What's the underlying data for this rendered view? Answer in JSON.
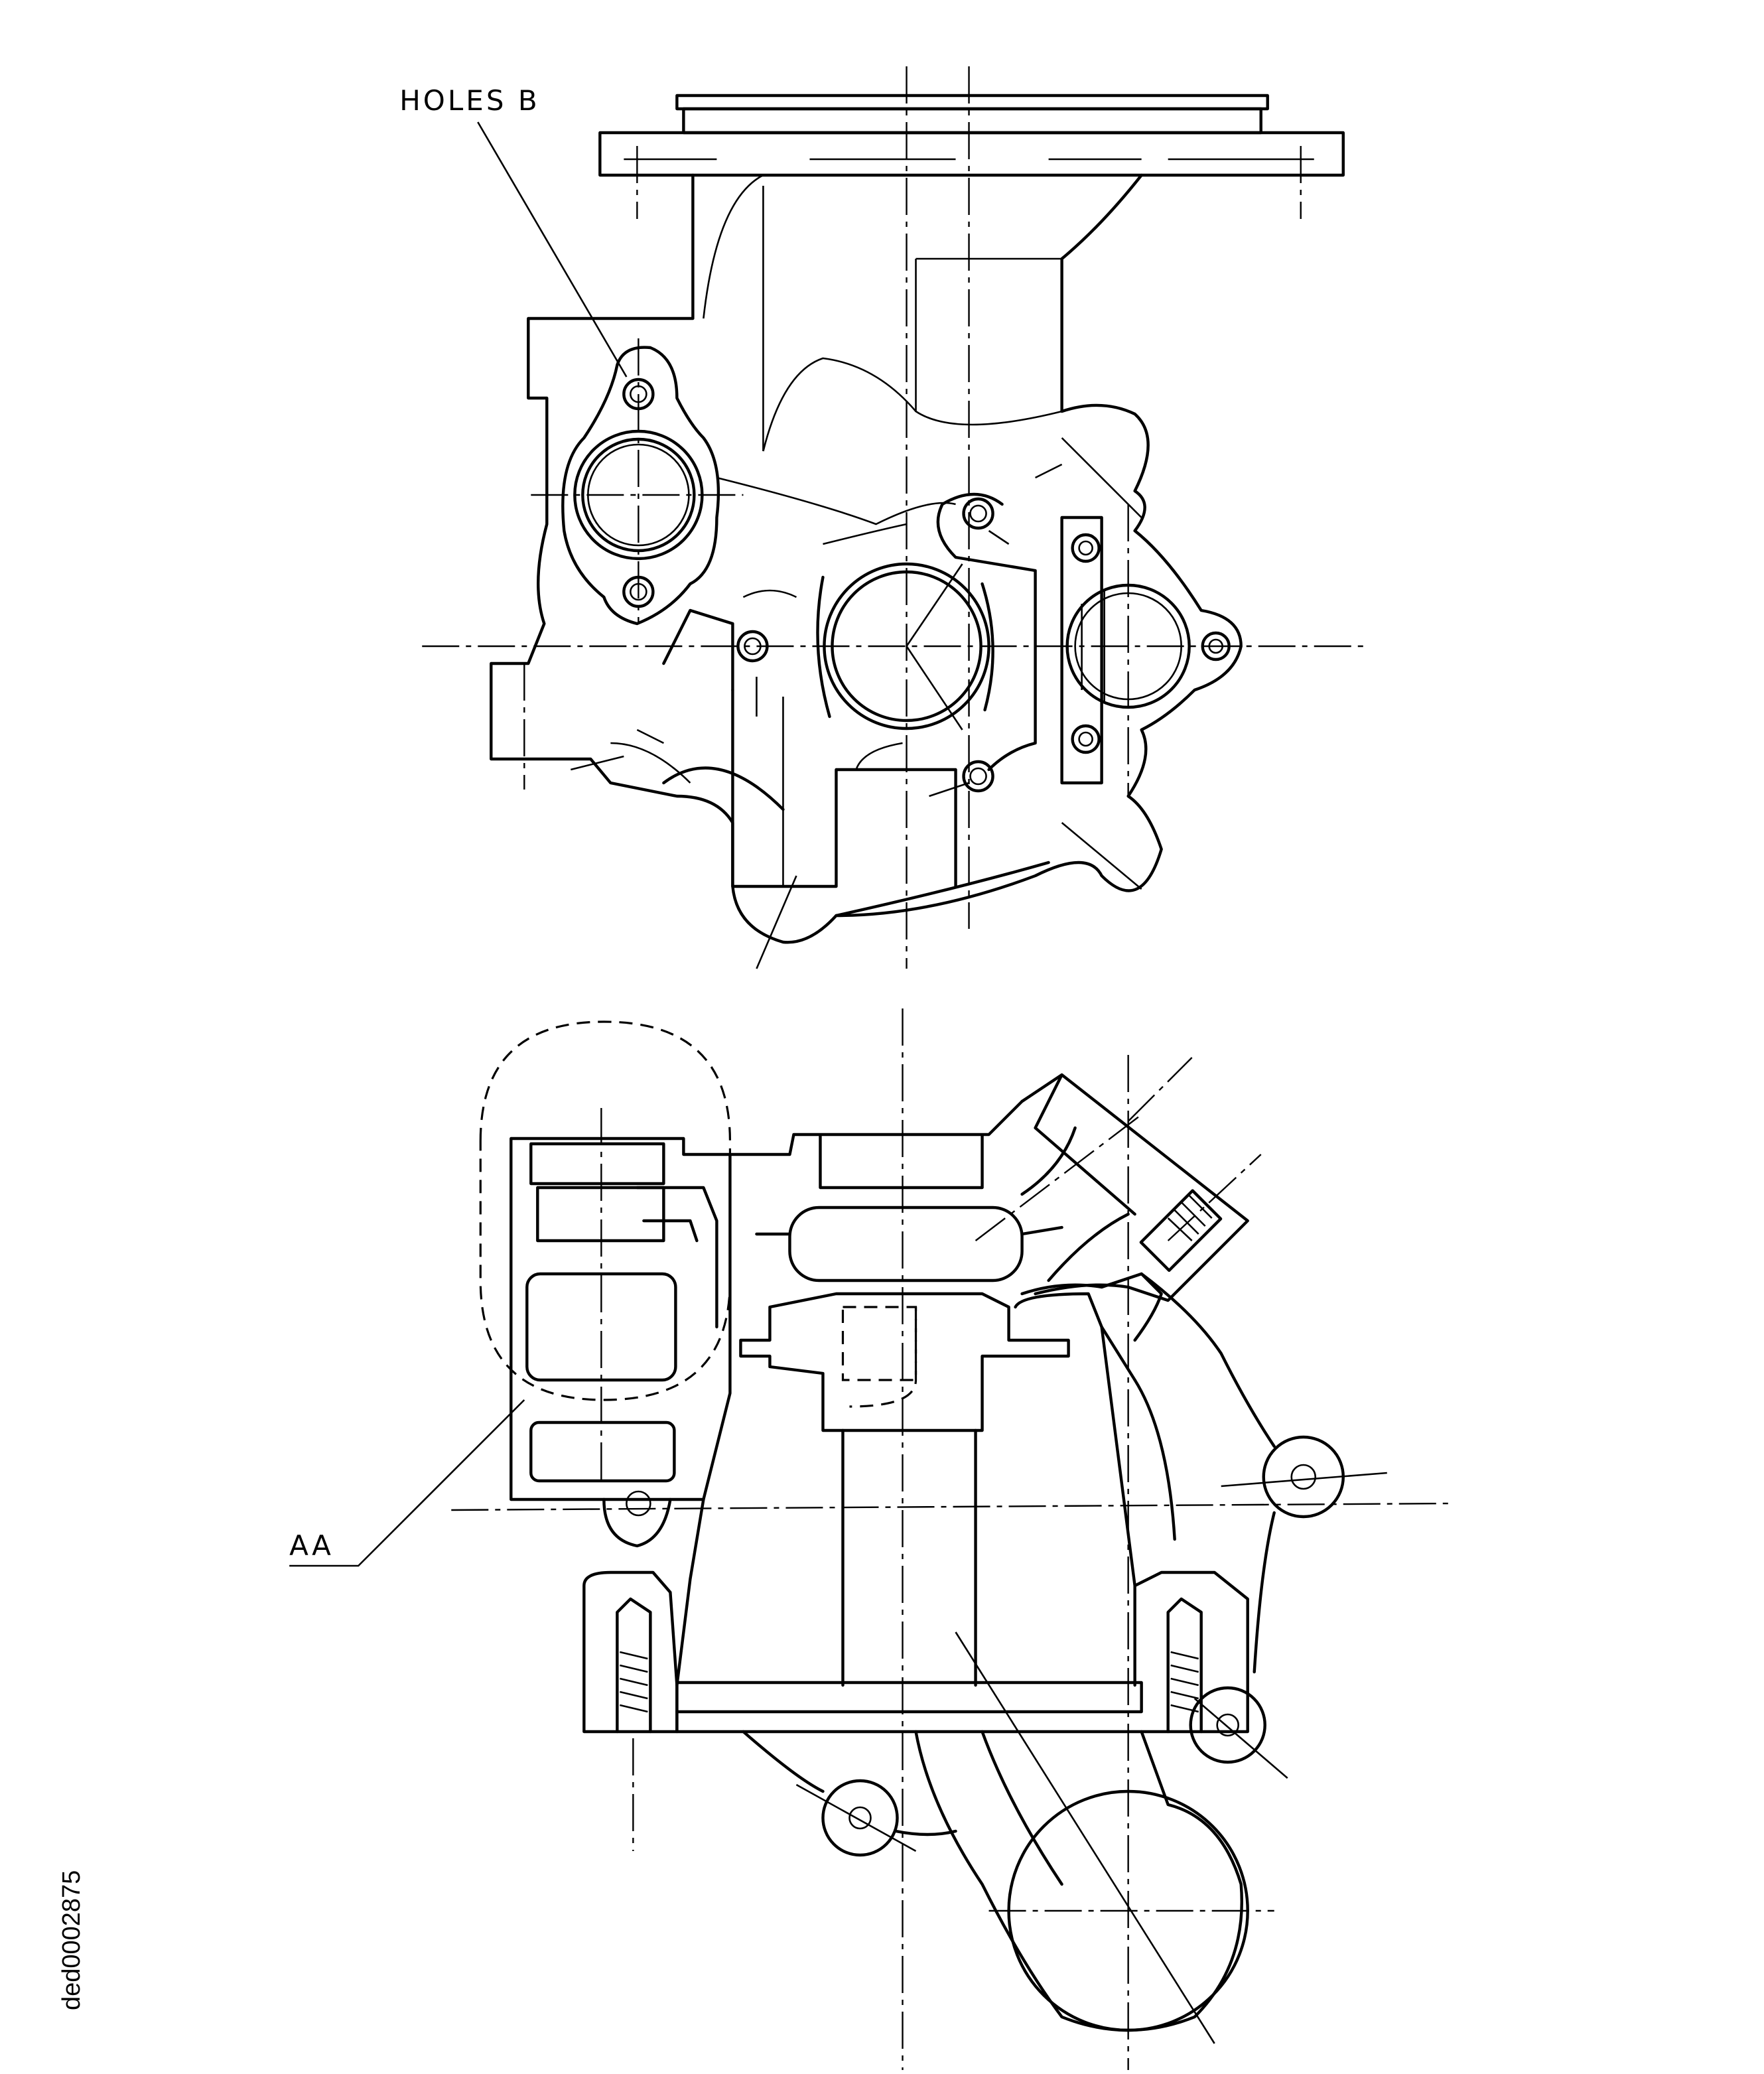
{
  "drawing": {
    "labels": {
      "holes": "HOLES B",
      "section": "AA"
    },
    "reference_id": "ded0002875",
    "line_color": "#000000",
    "background": "#ffffff"
  }
}
